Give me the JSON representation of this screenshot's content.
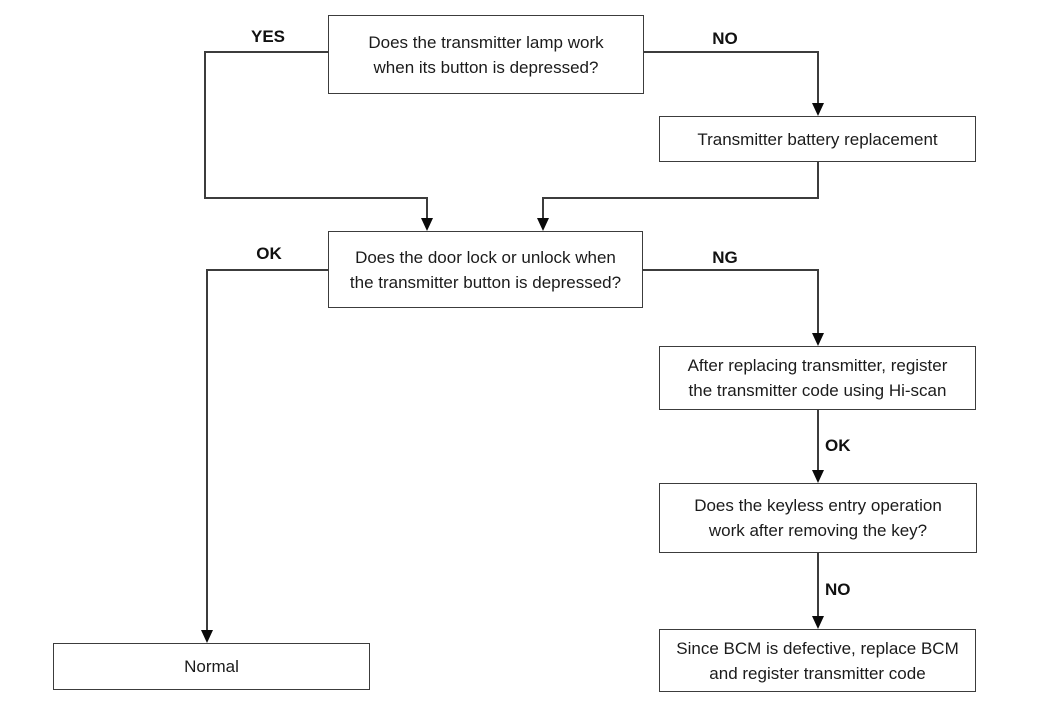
{
  "theme": {
    "background": "#ffffff",
    "box_border": "#3c3c3c",
    "connector_line": "#3c3c3c",
    "text": "#1b1b1b",
    "arrowhead": "#0a0a0a"
  },
  "diagram": {
    "type": "flowchart",
    "nodes": [
      {
        "id": "transmitter-lamp-question",
        "shape": "rect",
        "label": "Does the transmitter lamp work\nwhen its button is depressed?"
      },
      {
        "id": "battery-replacement",
        "shape": "rect",
        "label": "Transmitter battery replacement"
      },
      {
        "id": "door-lock-question",
        "shape": "rect",
        "label": "Does the door lock or unlock when\nthe transmitter button is depressed?"
      },
      {
        "id": "register-code-hiscan",
        "shape": "rect",
        "label": "After replacing transmitter, register\nthe transmitter code using Hi-scan"
      },
      {
        "id": "keyless-entry-question",
        "shape": "rect",
        "label": "Does the keyless entry operation\nwork after removing the key?"
      },
      {
        "id": "bcm-replace",
        "shape": "rect",
        "label": "Since BCM is defective, replace BCM\nand register transmitter code"
      },
      {
        "id": "normal",
        "shape": "rect",
        "label": "Normal"
      }
    ],
    "edges": [
      {
        "from": "transmitter-lamp-question",
        "to": "door-lock-question",
        "label": "YES"
      },
      {
        "from": "transmitter-lamp-question",
        "to": "battery-replacement",
        "label": "NO"
      },
      {
        "from": "battery-replacement",
        "to": "door-lock-question",
        "label": ""
      },
      {
        "from": "door-lock-question",
        "to": "normal",
        "label": "OK"
      },
      {
        "from": "door-lock-question",
        "to": "register-code-hiscan",
        "label": "NG"
      },
      {
        "from": "register-code-hiscan",
        "to": "keyless-entry-question",
        "label": "OK"
      },
      {
        "from": "keyless-entry-question",
        "to": "bcm-replace",
        "label": "NO"
      }
    ]
  }
}
